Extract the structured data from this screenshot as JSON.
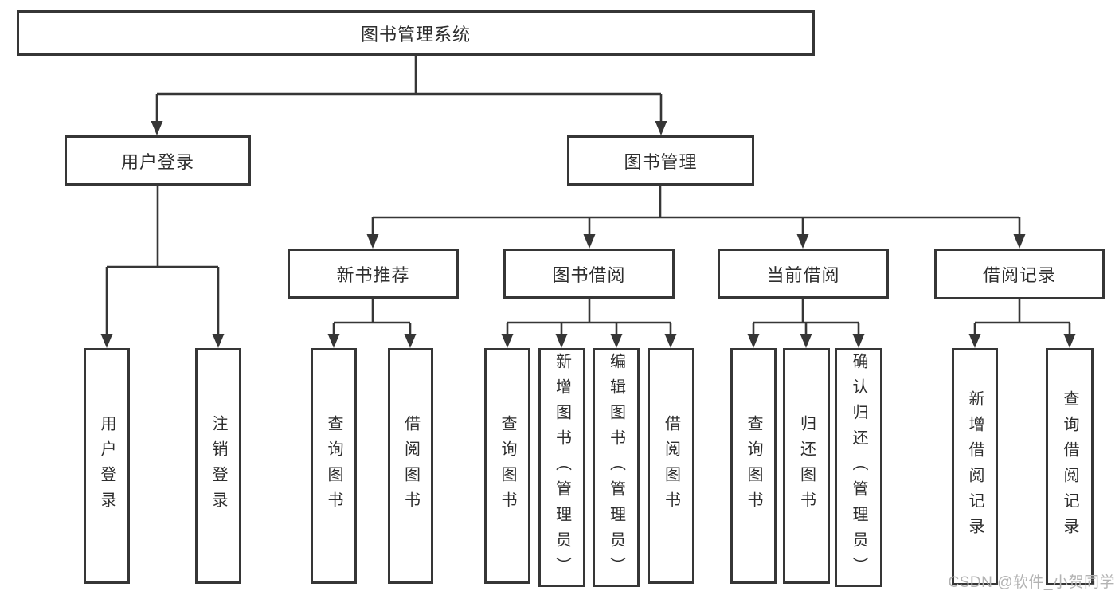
{
  "system": {
    "label": "图书管理系统"
  },
  "branches": {
    "user_login": {
      "label": "用户登录",
      "children": [
        "用户登录",
        "注销登录"
      ]
    },
    "book_management": {
      "label": "图书管理",
      "sections": {
        "new_book_recommend": {
          "label": "新书推荐",
          "children": [
            "查询图书",
            "借阅图书"
          ]
        },
        "book_borrow": {
          "label": "图书借阅",
          "children": [
            "查询图书",
            "新增图书（管理员）",
            "编辑图书（管理员）",
            "借阅图书"
          ]
        },
        "current_borrow": {
          "label": "当前借阅",
          "children": [
            "查询图书",
            "归还图书",
            "确认归还（管理员）"
          ]
        },
        "borrow_record": {
          "label": "借阅记录",
          "children": [
            "新增借阅记录",
            "查询借阅记录"
          ]
        }
      }
    }
  },
  "watermark": "CSDN @软件_小贺同学",
  "colors": {
    "line": "#363636",
    "box_border": "#363636",
    "text": "#2e2e2e",
    "watermark": "#b3b3b3",
    "background": "#ffffff"
  }
}
